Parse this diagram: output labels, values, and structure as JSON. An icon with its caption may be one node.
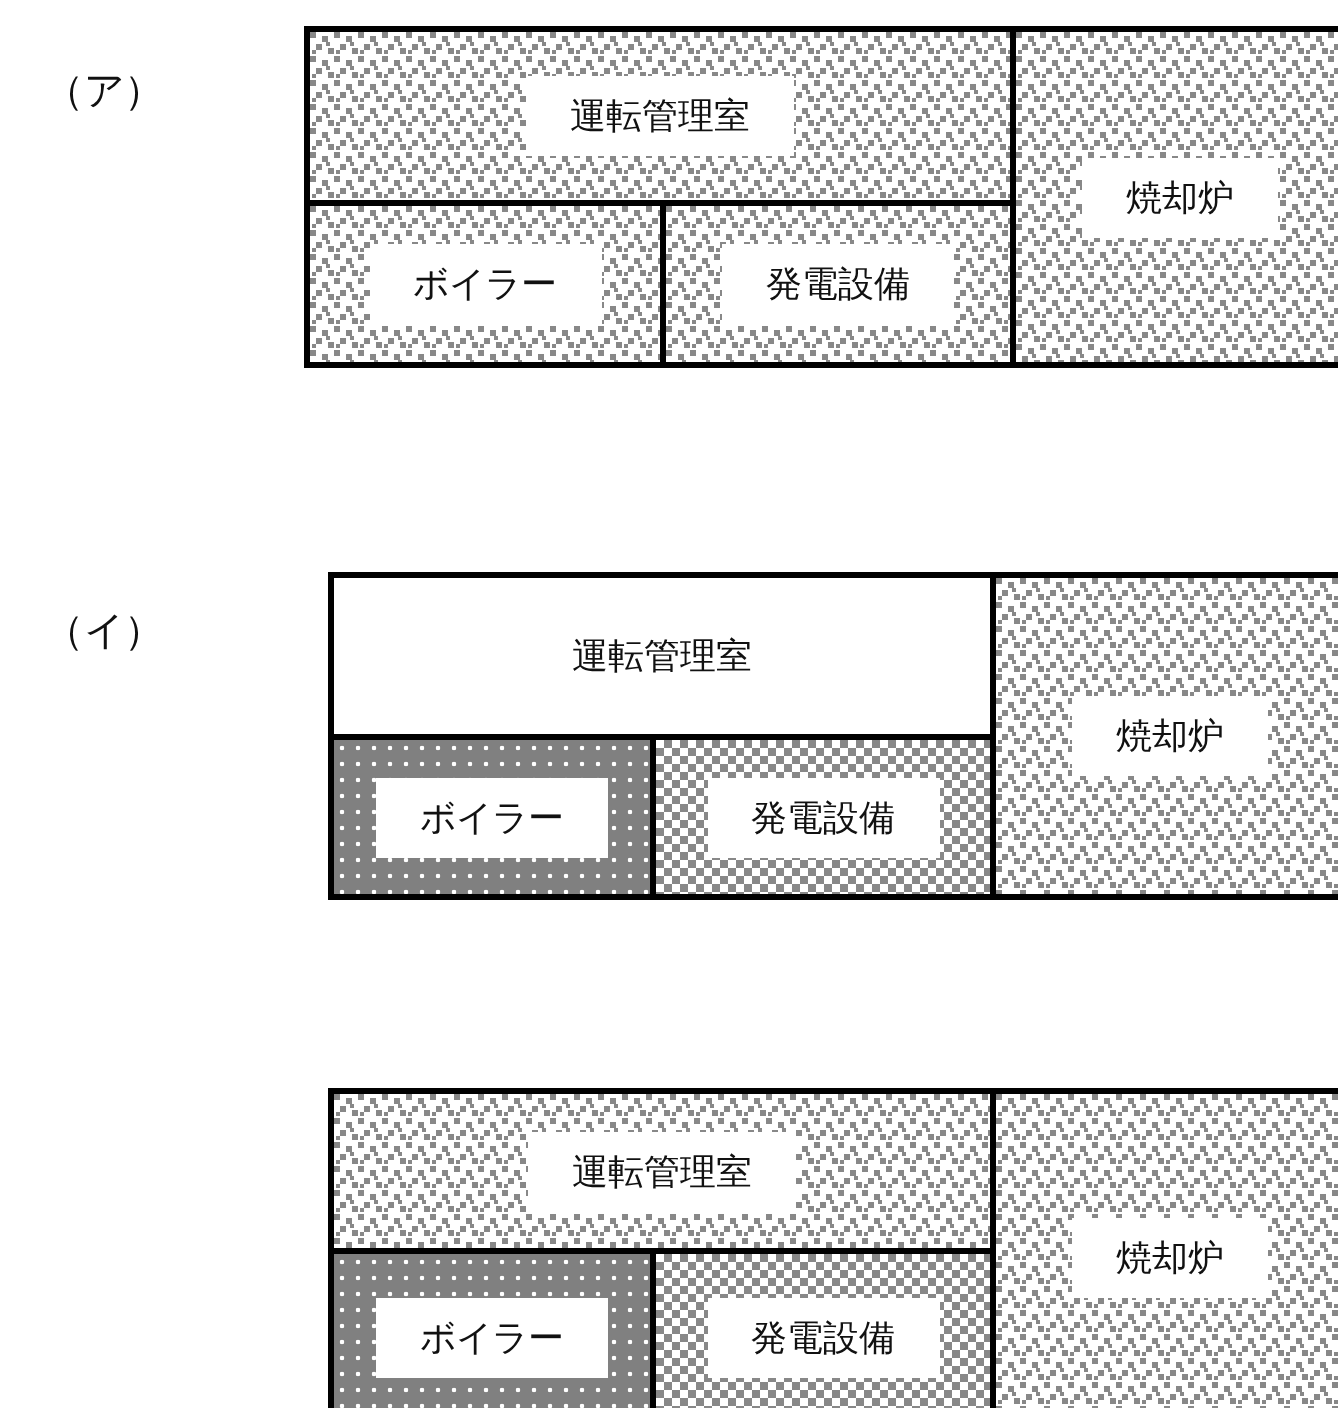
{
  "diagram": {
    "nodes": [
      {
        "text": [
          "運転管理室"
        ]
      },
      {
        "text": [
          "焼却炉"
        ]
      },
      {
        "text": [
          "ボイラー"
        ]
      },
      {
        "text": [
          "発電設備"
        ]
      },
      {
        "text": [
          "運転管理室"
        ]
      },
      {
        "text": [
          "焼却炉"
        ]
      },
      {
        "text": [
          "ボイラー"
        ]
      },
      {
        "text": [
          "発電設備"
        ]
      },
      {
        "text": [
          "運転管理室"
        ]
      },
      {
        "text": [
          "焼却炉"
        ]
      },
      {
        "text": [
          "ボイラー"
        ]
      },
      {
        "text": [
          "発電設備"
        ]
      }
    ],
    "labels": [
      "（ア）",
      "（イ）"
    ]
  }
}
